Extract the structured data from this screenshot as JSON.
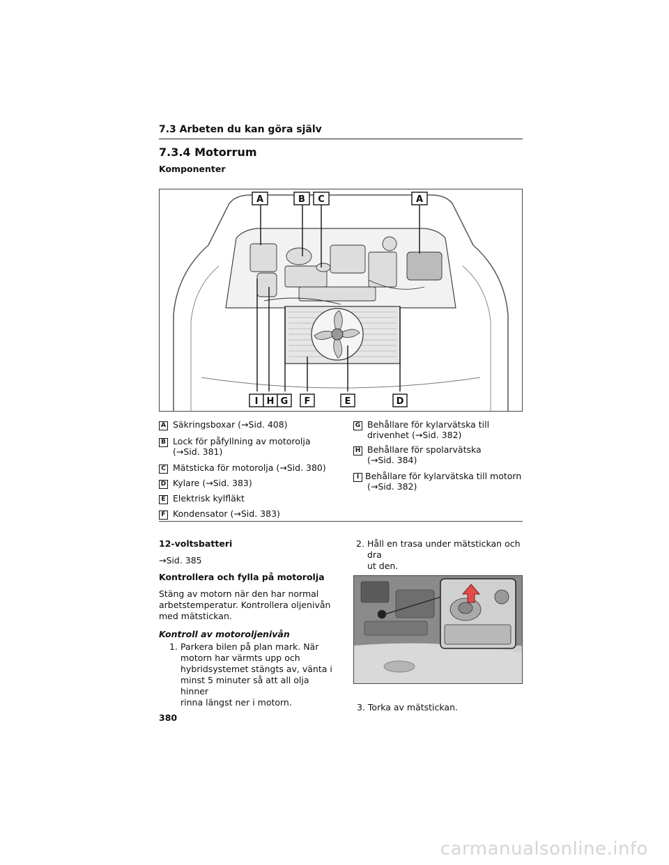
{
  "section_header": "7.3  Arbeten du kan göra själv",
  "page_title": "7.3.4  Motorrum",
  "subtitle": "Komponenter",
  "figure_labels": {
    "top": [
      "A",
      "B",
      "C",
      "A"
    ],
    "bottom": [
      "I",
      "H",
      "G",
      "F",
      "E",
      "D"
    ]
  },
  "legend_left": [
    {
      "badge": "A",
      "line1": "Säkringsboxar (→Sid. 408)",
      "line2": ""
    },
    {
      "badge": "B",
      "line1": "Lock för påfyllning av motorolja",
      "line2": "(→Sid. 381)"
    },
    {
      "badge": "C",
      "line1": "Mätsticka för motorolja (→Sid. 380)",
      "line2": ""
    },
    {
      "badge": "D",
      "line1": "Kylare (→Sid. 383)",
      "line2": ""
    },
    {
      "badge": "E",
      "line1": "Elektrisk kylfläkt",
      "line2": ""
    },
    {
      "badge": "F",
      "line1": "Kondensator (→Sid. 383)",
      "line2": ""
    }
  ],
  "legend_right": [
    {
      "badge": "G",
      "line1": "Behållare för kylarvätska till",
      "line2": "drivenhet (→Sid. 382)"
    },
    {
      "badge": "H",
      "line1": "Behållare för spolarvätska",
      "line2": "(→Sid. 384)"
    },
    {
      "badge": "I",
      "line1": "Behållare för kylarvätska till motorn",
      "line2": "(→Sid. 382)"
    }
  ],
  "left_col": {
    "battery_heading": "12-voltsbatteri",
    "battery_ref": "→Sid. 385",
    "oil_heading": "Kontrollera och fylla på motorolja",
    "oil_para": [
      "Stäng av motorn när den har normal",
      "arbetstemperatur. Kontrollera oljenivån",
      "med mätstickan."
    ],
    "check_heading": "Kontroll av motoroljenivån",
    "step1_num": "1.",
    "step1": [
      "Parkera bilen på plan mark. När",
      "motorn har värmts upp och",
      "hybridsystemet stängts av, vänta i",
      "minst 5 minuter så att all olja hinner",
      "rinna längst ner i motorn."
    ]
  },
  "right_col": {
    "step2_num": "2.",
    "step2": [
      "Håll en trasa under mätstickan och dra",
      "ut den."
    ],
    "step3_num": "3.",
    "step3": "Torka av mätstickan."
  },
  "page_number": "380",
  "watermark": "carmanualsonline.info"
}
